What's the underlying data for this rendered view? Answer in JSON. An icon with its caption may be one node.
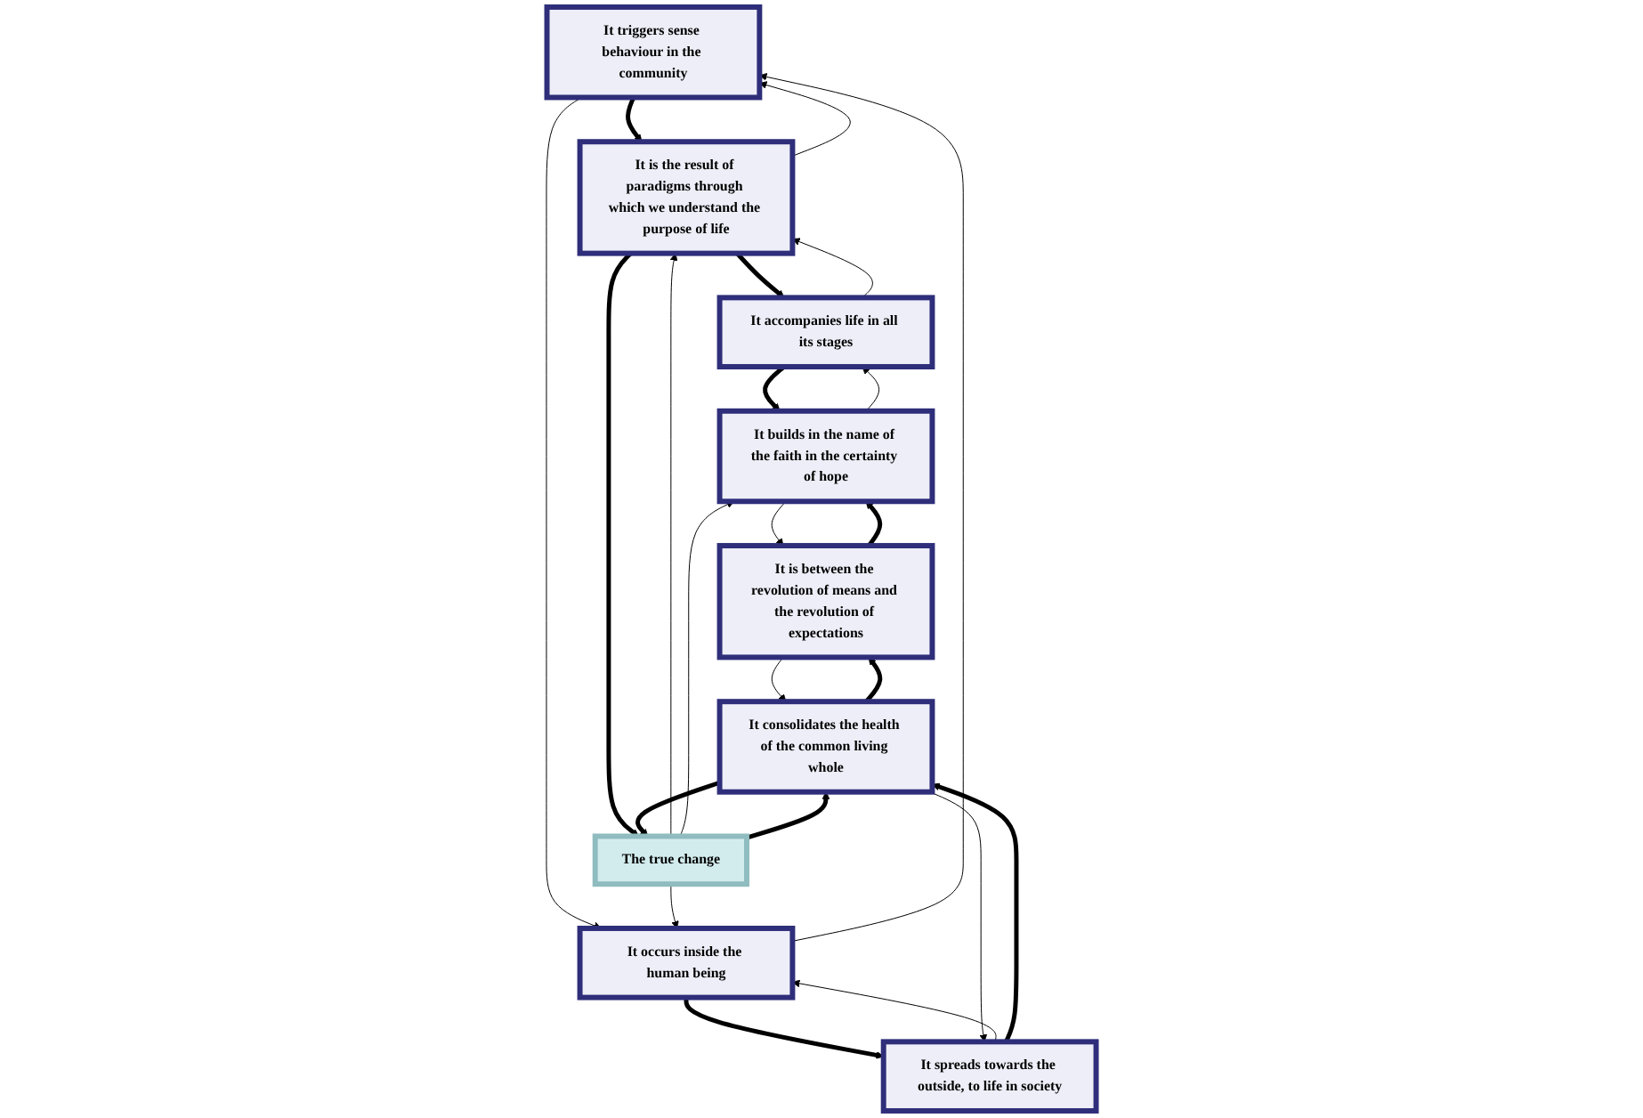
{
  "diagram": {
    "nodes": [
      {
        "text": [
          "It triggers sense behaviour in the community"
        ]
      },
      {
        "text": [
          "It is the result of paradigms through which we understand the purpose of life"
        ]
      },
      {
        "text": [
          "It accompanies life in all its stages"
        ]
      },
      {
        "text": [
          "It occurs inside the human being"
        ]
      },
      {
        "text": [
          "The true change"
        ]
      },
      {
        "text": [
          "It builds in the name of the faith in the certainty of hope"
        ]
      },
      {
        "text": [
          "It spreads towards the outside, to life in society"
        ]
      },
      {
        "text": [
          "It consolidates the health of the common living whole"
        ]
      },
      {
        "text": [
          "It is between the revolution of means and the revolution of expectations"
        ]
      }
    ],
    "edges": [
      {
        "from": 0,
        "to": 1,
        "arrow": "to",
        "style": "thick"
      },
      {
        "from": 1,
        "to": 0,
        "arrow": "to"
      },
      {
        "from": 1,
        "to": 2,
        "arrow": "to",
        "style": "thick"
      },
      {
        "from": 2,
        "to": 1,
        "arrow": "to"
      },
      {
        "from": 3,
        "to": 0,
        "arrow": "to"
      },
      {
        "from": 0,
        "to": 3,
        "arrow": "to"
      },
      {
        "from": 4,
        "to": 1,
        "arrow": "to"
      },
      {
        "from": 1,
        "to": 4,
        "arrow": "to",
        "style": "thick"
      },
      {
        "from": 2,
        "to": 5,
        "arrow": "to",
        "style": "thick"
      },
      {
        "from": 5,
        "to": 2,
        "arrow": "to"
      },
      {
        "from": 4,
        "to": 3,
        "arrow": "to"
      },
      {
        "from": 4,
        "to": 5,
        "arrow": "to"
      },
      {
        "from": 4,
        "to": 7,
        "arrow": "to",
        "style": "thick"
      },
      {
        "from": 7,
        "to": 4,
        "arrow": "to",
        "style": "thick"
      },
      {
        "from": 6,
        "to": 3,
        "arrow": "to"
      },
      {
        "from": 3,
        "to": 6,
        "arrow": "to",
        "style": "thick"
      },
      {
        "from": 6,
        "to": 7,
        "arrow": "to",
        "style": "thick"
      },
      {
        "from": 7,
        "to": 6,
        "arrow": "to"
      },
      {
        "from": 7,
        "to": 8,
        "arrow": "to",
        "style": "thick"
      },
      {
        "from": 8,
        "to": 7,
        "arrow": "to"
      },
      {
        "from": 8,
        "to": 5,
        "arrow": "to",
        "style": "thick"
      },
      {
        "from": 5,
        "to": 8,
        "arrow": "to"
      }
    ]
  }
}
